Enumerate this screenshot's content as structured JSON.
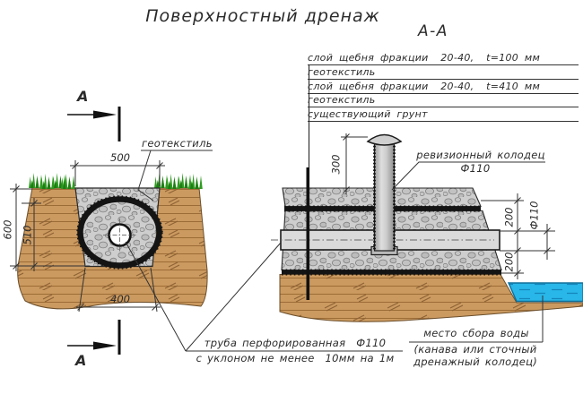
{
  "title": "Поверхностный дренаж",
  "section_view": {
    "label": "А-А"
  },
  "section_markers": {
    "top": "А",
    "bottom": "А"
  },
  "layers": {
    "items": [
      "слой щебня фракции  20-40,  t=100 мм",
      "геотекстиль",
      "слой щебня фракции  20-40,  t=410 мм",
      "геотекстиль",
      "существующий грунт"
    ]
  },
  "left_view": {
    "geotextile_label": "геотекстиль",
    "dim_top_width": "500",
    "dim_depth_total": "600",
    "dim_depth_gravel": "510",
    "dim_bottom_width": "400"
  },
  "right_view": {
    "well_label": "ревизионный колодец",
    "well_diameter": "Ф110",
    "dim_well_height": "300",
    "dim_cover": "200",
    "dim_pipe_diameter": "Ф110",
    "dim_bed": "200"
  },
  "notes": {
    "pipe_title": "труба перфорированная  Ф110",
    "pipe_slope": "с уклоном не менее  10мм на 1м",
    "water_title": "место сбора воды",
    "water_sub1": "(канава или сточный",
    "water_sub2": "дренажный колодец)"
  },
  "colors": {
    "soil": "#cb9a60",
    "soil_hatch": "#9c6c36",
    "gravel": "#cecece",
    "pebble_outline": "#7e7e7e",
    "water": "#29b6e8",
    "grass": "#2e9c20",
    "ink": "#2b2b2b"
  }
}
